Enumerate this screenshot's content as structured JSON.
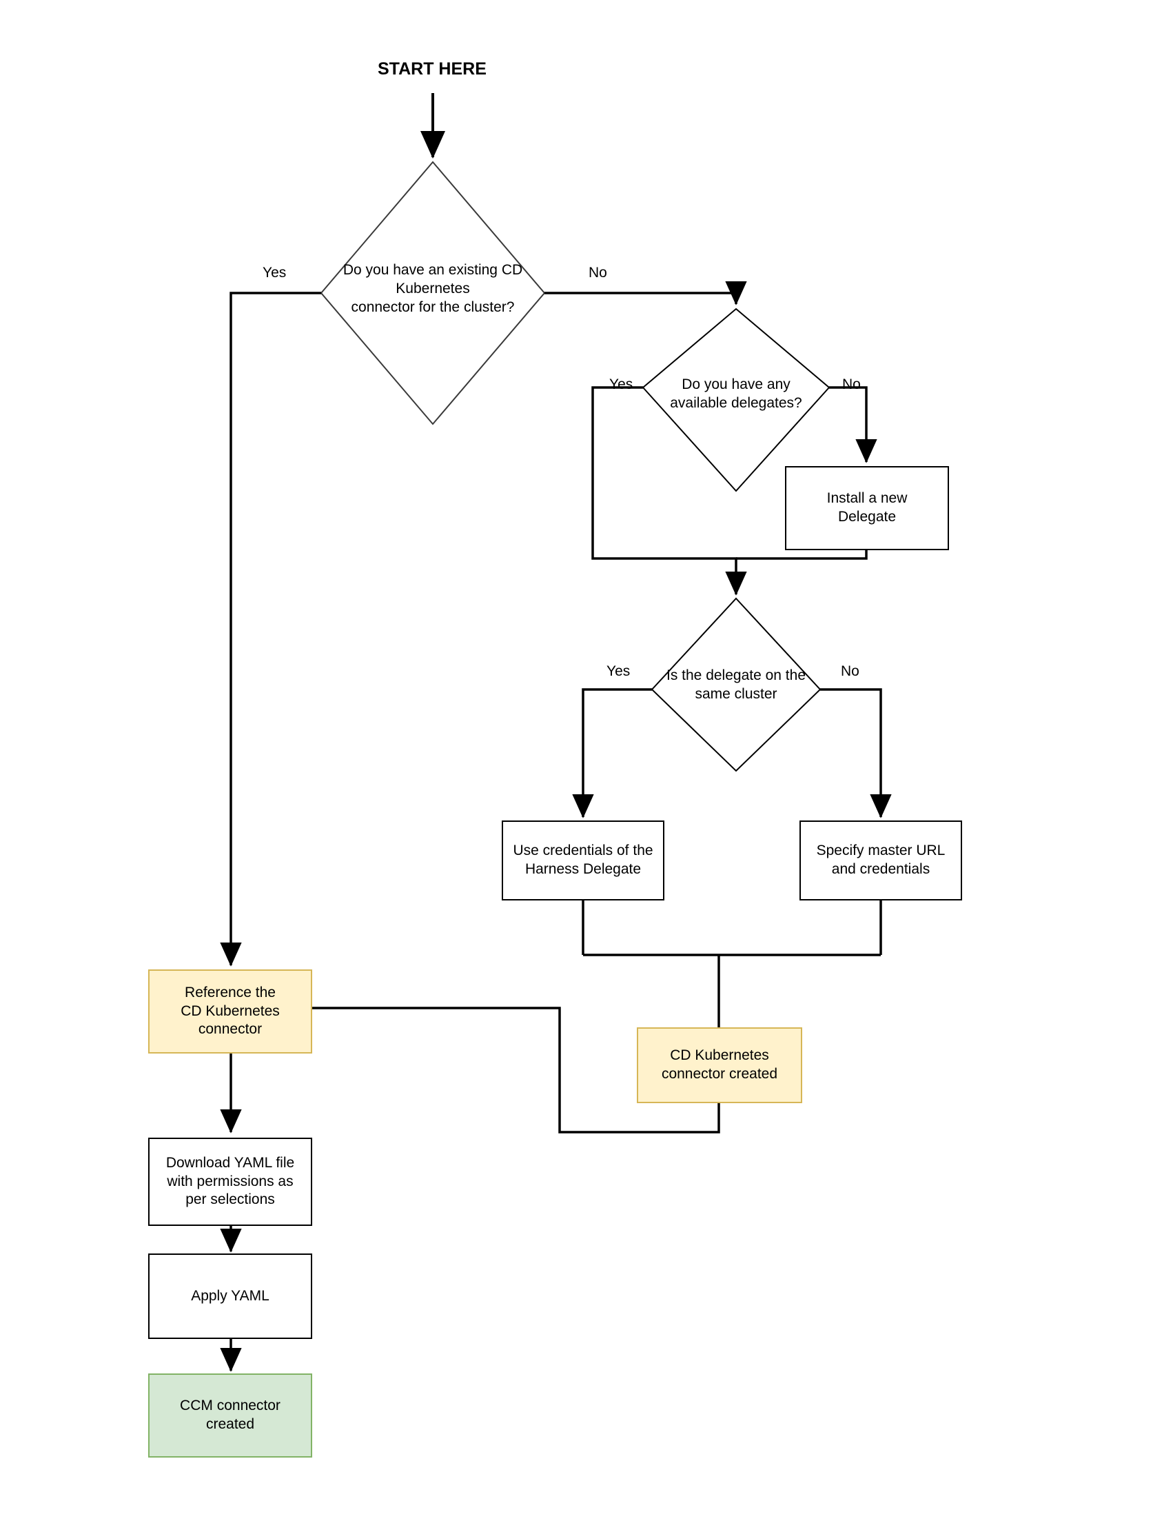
{
  "diagram": {
    "type": "flowchart",
    "title": "START HERE",
    "colors": {
      "orange_fill": "#FFF2CC",
      "orange_stroke": "#D6B656",
      "green_fill": "#D5E8D4",
      "green_stroke": "#82B366",
      "box_stroke": "#000000",
      "diamond_stroke": "#000000",
      "edge_stroke": "#000000",
      "background": "#FFFFFF"
    },
    "nodes": [
      {
        "id": "start",
        "shape": "text",
        "label": "START HERE"
      },
      {
        "id": "d1",
        "shape": "diamond",
        "label": "Do you have an existing CD Kubernetes connector for the cluster?",
        "lines": [
          "Do you have an existing CD",
          "Kubernetes",
          "connector for the cluster?"
        ]
      },
      {
        "id": "d2",
        "shape": "diamond",
        "label": "Do you have any available delegates?",
        "lines": [
          "Do you have any",
          "available delegates?"
        ]
      },
      {
        "id": "install",
        "shape": "rect",
        "label": "Install a new Delegate",
        "lines": [
          "Install a new",
          "Delegate"
        ]
      },
      {
        "id": "d3",
        "shape": "diamond",
        "label": "Is the delegate on the same cluster",
        "lines": [
          "Is the delegate on the",
          "same cluster"
        ]
      },
      {
        "id": "usecreds",
        "shape": "rect",
        "label": "Use credentials of the Harness Delegate",
        "lines": [
          "Use credentials of the",
          "Harness Delegate"
        ]
      },
      {
        "id": "specify",
        "shape": "rect",
        "label": "Specify master URL and credentials",
        "lines": [
          "Specify master URL",
          "and credentials"
        ]
      },
      {
        "id": "reference",
        "shape": "rect",
        "style": "orange",
        "label": "Reference the CD Kubernetes connector",
        "lines": [
          "Reference the",
          "CD Kubernetes",
          "connector"
        ]
      },
      {
        "id": "cdcreated",
        "shape": "rect",
        "style": "orange",
        "label": "CD Kubernetes connector created",
        "lines": [
          "CD Kubernetes",
          "connector created"
        ]
      },
      {
        "id": "download",
        "shape": "rect",
        "label": "Download YAML file with permissions as per selections",
        "lines": [
          "Download YAML file",
          "with permissions as",
          "per selections"
        ]
      },
      {
        "id": "apply",
        "shape": "rect",
        "label": "Apply YAML",
        "lines": [
          "Apply YAML"
        ]
      },
      {
        "id": "ccmcreated",
        "shape": "rect",
        "style": "green",
        "label": "CCM connector created",
        "lines": [
          "CCM connector",
          "created"
        ]
      }
    ],
    "edge_labels": {
      "d1_yes": "Yes",
      "d1_no": "No",
      "d2_yes": "Yes",
      "d2_no": "No",
      "d3_yes": "Yes",
      "d3_no": "No"
    },
    "edges": [
      {
        "from": "start",
        "to": "d1",
        "label": ""
      },
      {
        "from": "d1",
        "to": "reference",
        "label": "Yes"
      },
      {
        "from": "d1",
        "to": "d2",
        "label": "No"
      },
      {
        "from": "d2",
        "to": "d3",
        "label": "Yes"
      },
      {
        "from": "d2",
        "to": "install",
        "label": "No"
      },
      {
        "from": "install",
        "to": "d3",
        "label": ""
      },
      {
        "from": "d3",
        "to": "usecreds",
        "label": "Yes"
      },
      {
        "from": "d3",
        "to": "specify",
        "label": "No"
      },
      {
        "from": "usecreds",
        "to": "cdcreated",
        "label": ""
      },
      {
        "from": "specify",
        "to": "cdcreated",
        "label": ""
      },
      {
        "from": "cdcreated",
        "to": "reference",
        "label": ""
      },
      {
        "from": "reference",
        "to": "download",
        "label": ""
      },
      {
        "from": "download",
        "to": "apply",
        "label": ""
      },
      {
        "from": "apply",
        "to": "ccmcreated",
        "label": ""
      }
    ]
  }
}
